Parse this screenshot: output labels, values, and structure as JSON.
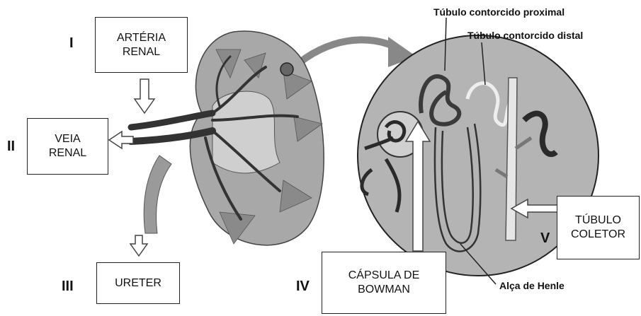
{
  "roman_numerals": {
    "i": "I",
    "ii": "II",
    "iii": "III",
    "iv": "IV",
    "v": "V"
  },
  "boxes": {
    "arteria_renal": "ARTÉRIA\nRENAL",
    "veia_renal": "VEIA\nRENAL",
    "ureter": "URETER",
    "capsula_bowman": "CÁPSULA DE\nBOWMAN",
    "tubulo_coletor": "TÚBULO\nCOLETOR"
  },
  "labels": {
    "tubulo_proximal": "Túbulo contorcido proximal",
    "tubulo_distal": "Túbulo contorcido distal",
    "alca_henle": "Alça de Henle"
  },
  "colors": {
    "kidney": "#a8a8a8",
    "cortex": "#8e8e8e",
    "vessel": "#333333",
    "circle": "#b4b4b4",
    "arrow": "#888888"
  }
}
